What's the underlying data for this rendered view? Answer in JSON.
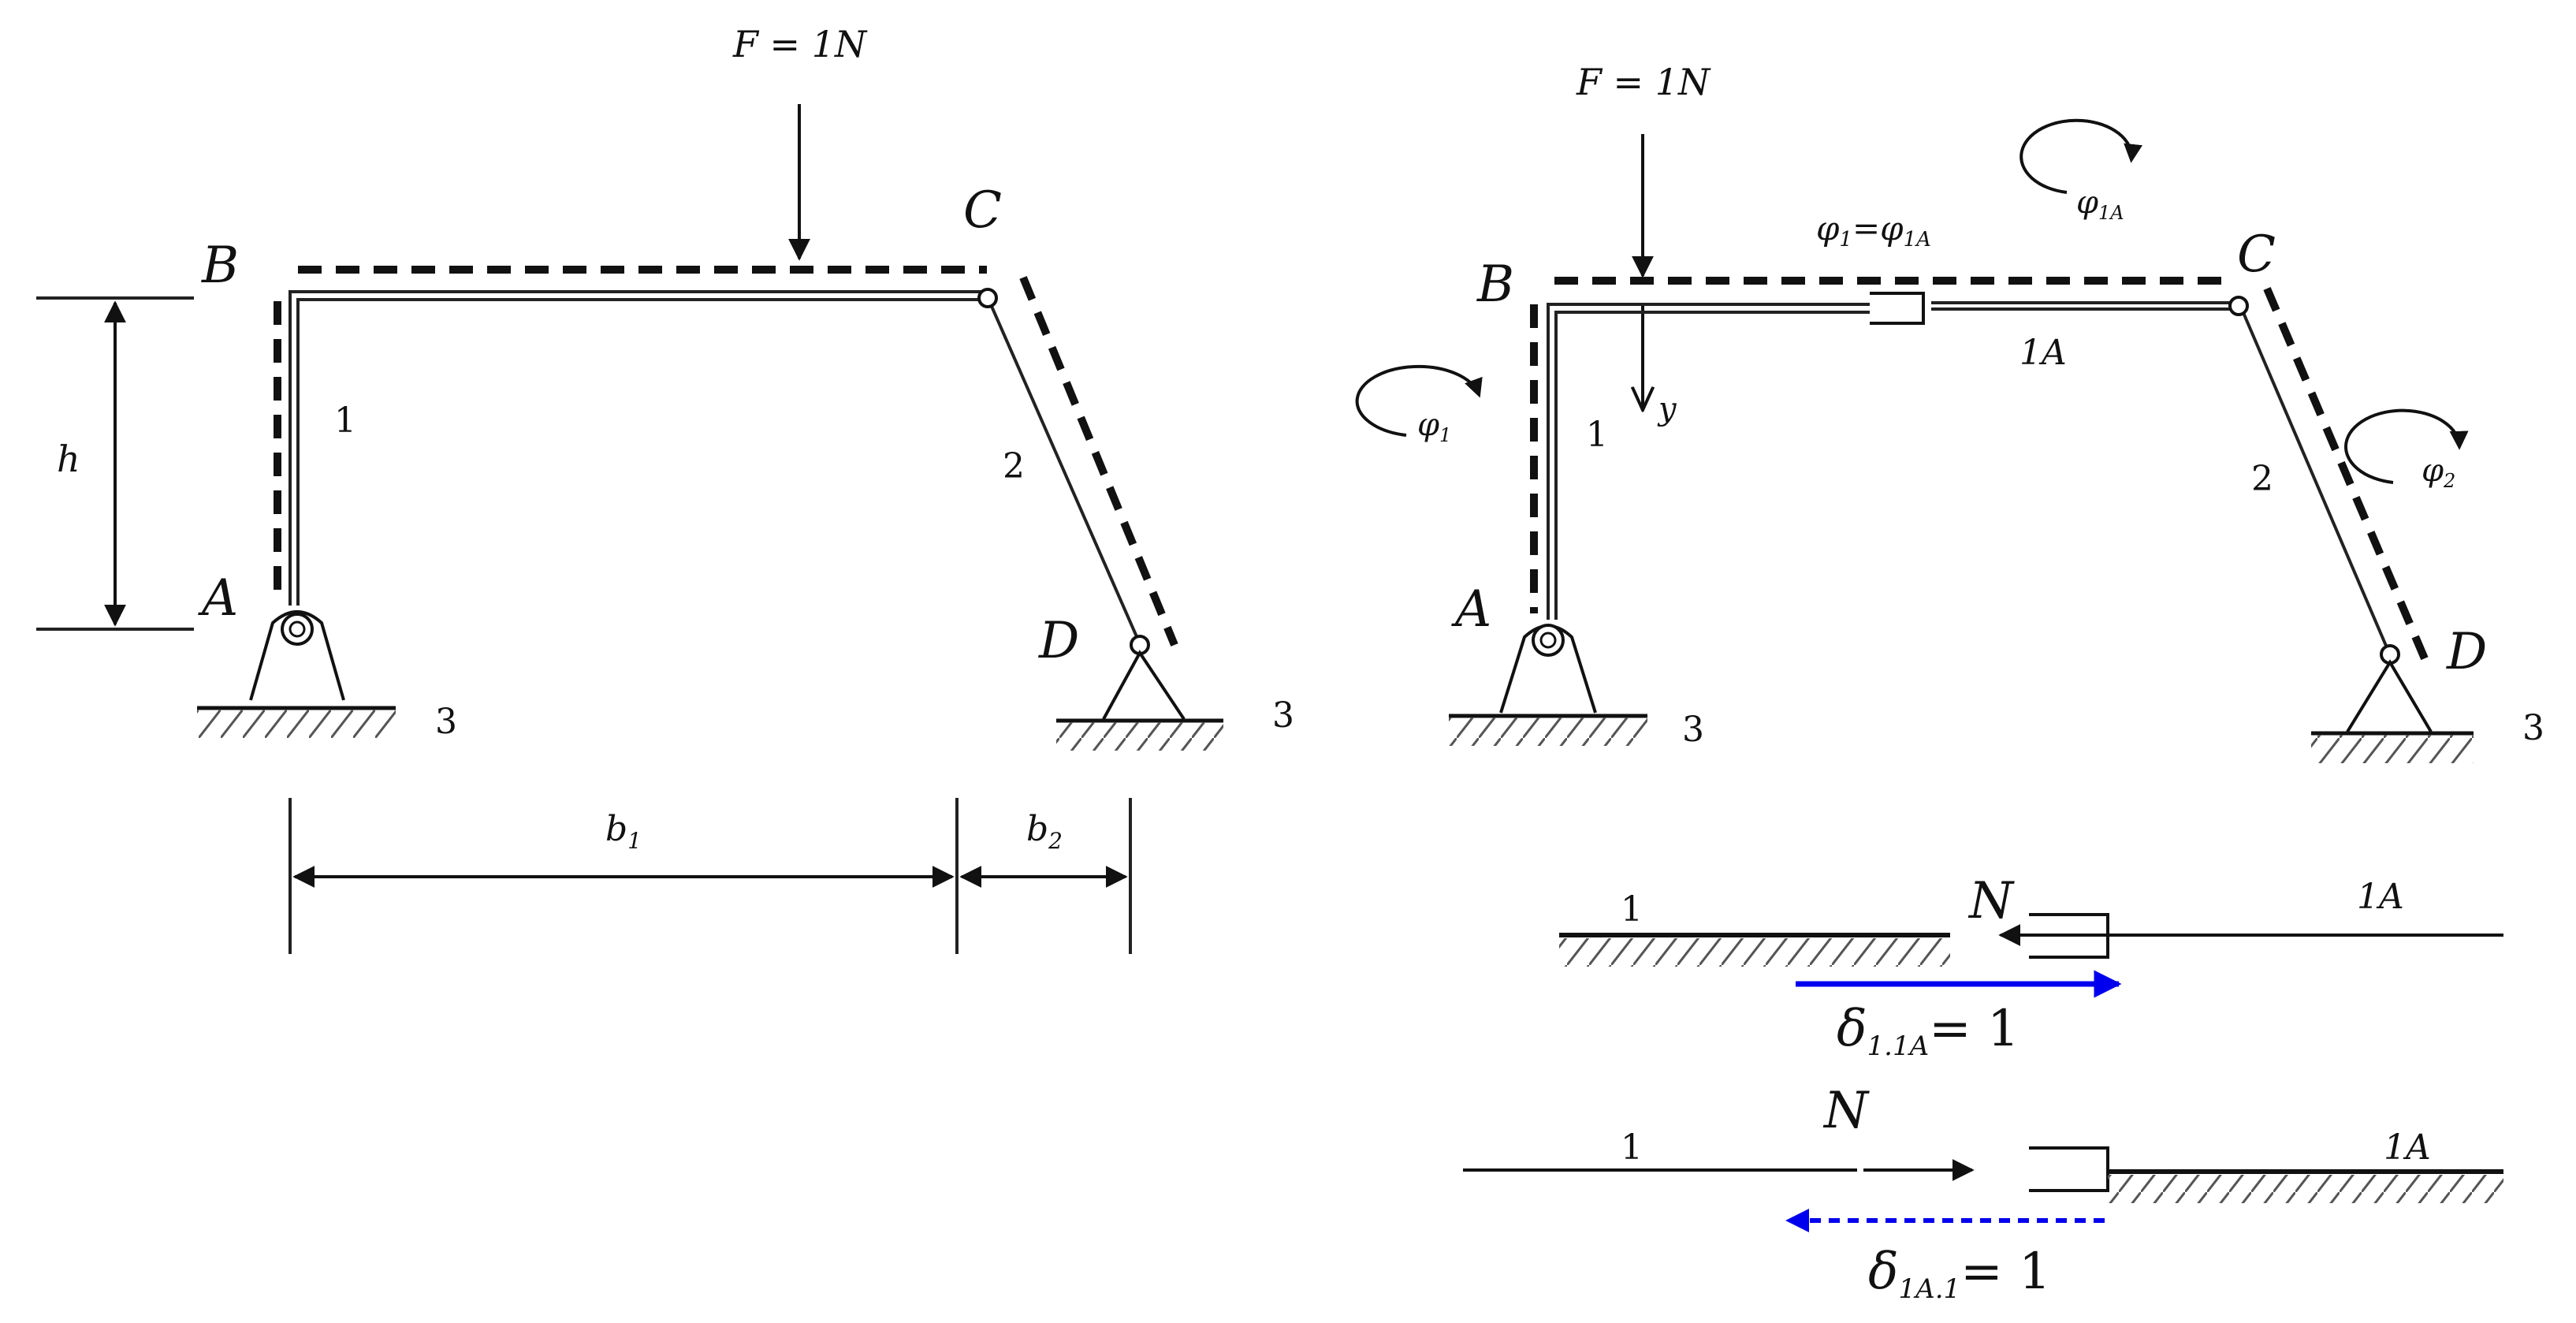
{
  "left_figure": {
    "force_label": "F = 1N",
    "points": {
      "A": "A",
      "B": "B",
      "C": "C",
      "D": "D"
    },
    "members": {
      "m1": "1",
      "m2": "2"
    },
    "ground": [
      "3",
      "3"
    ],
    "dims": {
      "h": "h",
      "b1": "b",
      "b1_sub": "1",
      "b2": "b",
      "b2_sub": "2"
    }
  },
  "right_figure": {
    "force_label": "F = 1N",
    "y_label": "y",
    "points": {
      "A": "A",
      "B": "B",
      "C": "C",
      "D": "D"
    },
    "members": {
      "m1": "1",
      "m1A": "1A",
      "m2": "2"
    },
    "ground": [
      "3",
      "3"
    ],
    "phi1": "φ",
    "phi1_sub": "1",
    "phi1A": "φ",
    "phi1A_sub": "1A",
    "phi2": "φ",
    "phi2_sub": "2",
    "relation": {
      "lhs": "φ",
      "lhs_sub": "1",
      "eq": "=",
      "rhs": "φ",
      "rhs_sub": "1A"
    }
  },
  "detail_top": {
    "left_member": "1",
    "right_member": "1A",
    "force": "N",
    "delta": "δ",
    "delta_sub": "1.1A",
    "delta_value": "= 1",
    "arrow_color": "#0000ee"
  },
  "detail_bottom": {
    "left_member": "1",
    "right_member": "1A",
    "force": "N",
    "delta": "δ",
    "delta_sub": "1A.1",
    "delta_value": "= 1",
    "arrow_color": "#0000ee"
  }
}
